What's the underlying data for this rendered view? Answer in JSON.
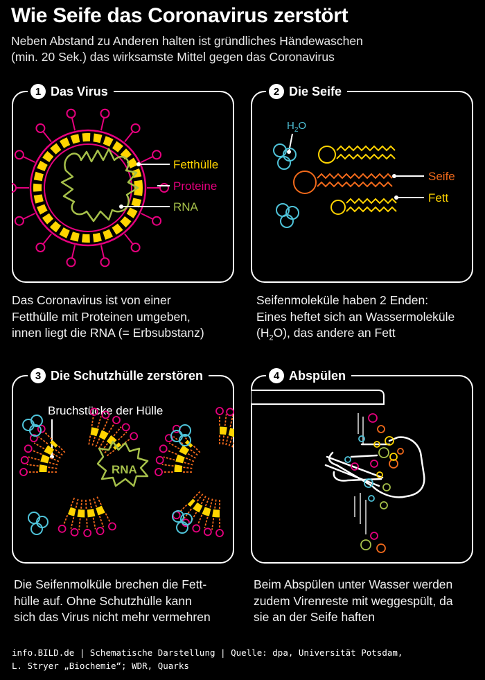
{
  "header": {
    "title": "Wie Seife das Coronavirus zerstört",
    "subtitle_line1": "Neben Abstand zu Anderen halten ist gründliches Händewaschen",
    "subtitle_line2": "(min. 20 Sek.) das wirksamste Mittel gegen das Coronavirus"
  },
  "panels": [
    {
      "number": "1",
      "title": "Das Virus",
      "labels": {
        "fat": "Fetthülle",
        "proteins": "Proteine",
        "rna": "RNA"
      },
      "caption": [
        "Das Coronavirus ist von einer",
        "Fetthülle mit Proteinen umgeben,",
        "innen liegt die RNA (= Erbsubstanz)"
      ]
    },
    {
      "number": "2",
      "title": "Die Seife",
      "labels": {
        "water_h": "H",
        "water_sub": "2",
        "water_o": "O",
        "soap": "Seife",
        "fat": "Fett"
      },
      "caption": [
        "Seifenmoleküle haben 2 Enden:",
        "Eines heftet sich an Wassermoleküle",
        "(H",
        "2",
        "O), das andere an Fett"
      ]
    },
    {
      "number": "3",
      "title": "Die Schutzhülle zerstören",
      "labels": {
        "fragments": "Bruchstücke der Hülle",
        "rna": "RNA"
      },
      "caption": [
        "Die Seifenmolküle brechen die Fett-",
        "hülle auf. Ohne Schutzhülle kann",
        "sich das Virus nicht mehr vermehren"
      ]
    },
    {
      "number": "4",
      "title": "Abspülen",
      "caption": [
        "Beim Abspülen unter Wasser werden",
        "zudem Virenreste mit weggespült, da",
        "sie an der Seife haften"
      ]
    }
  ],
  "footer": {
    "line1": "info.BILD.de | Schematische Darstellung | Quelle: dpa, Universität Potsdam,",
    "line2": "L. Stryer „Biochemie“; WDR, Quarks"
  },
  "colors": {
    "fat_yellow": "#ffd400",
    "protein_magenta": "#e6007e",
    "rna_green": "#a6c04a",
    "soap_orange": "#f26a1b",
    "water_cyan": "#4fc3d9",
    "line_white": "#ffffff"
  }
}
